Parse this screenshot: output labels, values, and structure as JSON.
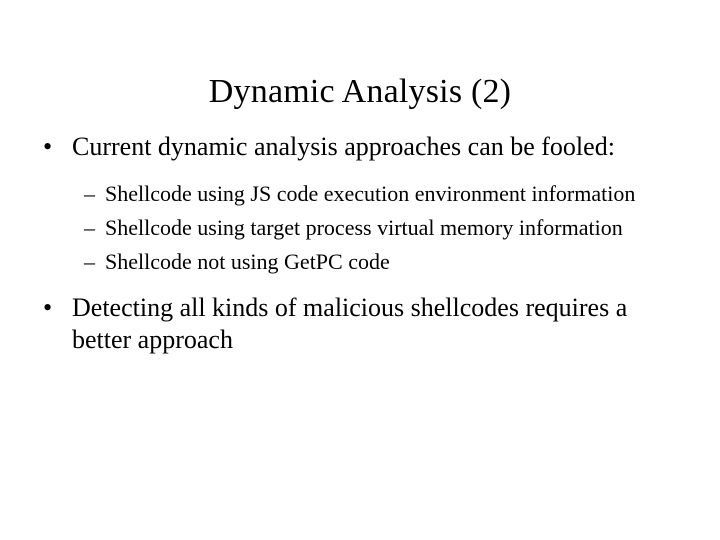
{
  "slide": {
    "title": "Dynamic Analysis (2)",
    "background_color": "#ffffff",
    "text_color": "#000000",
    "markers": {
      "level1": "•",
      "level2": "–"
    },
    "bullets": [
      {
        "level": 1,
        "text": "Current dynamic analysis approaches can be fooled:",
        "children": [
          {
            "level": 2,
            "text": "Shellcode using JS code execution environment information"
          },
          {
            "level": 2,
            "text": "Shellcode using target process virtual memory information"
          },
          {
            "level": 2,
            "text": "Shellcode not using GetPC code"
          }
        ]
      },
      {
        "level": 1,
        "text": "Detecting all kinds of malicious shellcodes requires a better approach",
        "children": []
      }
    ]
  }
}
